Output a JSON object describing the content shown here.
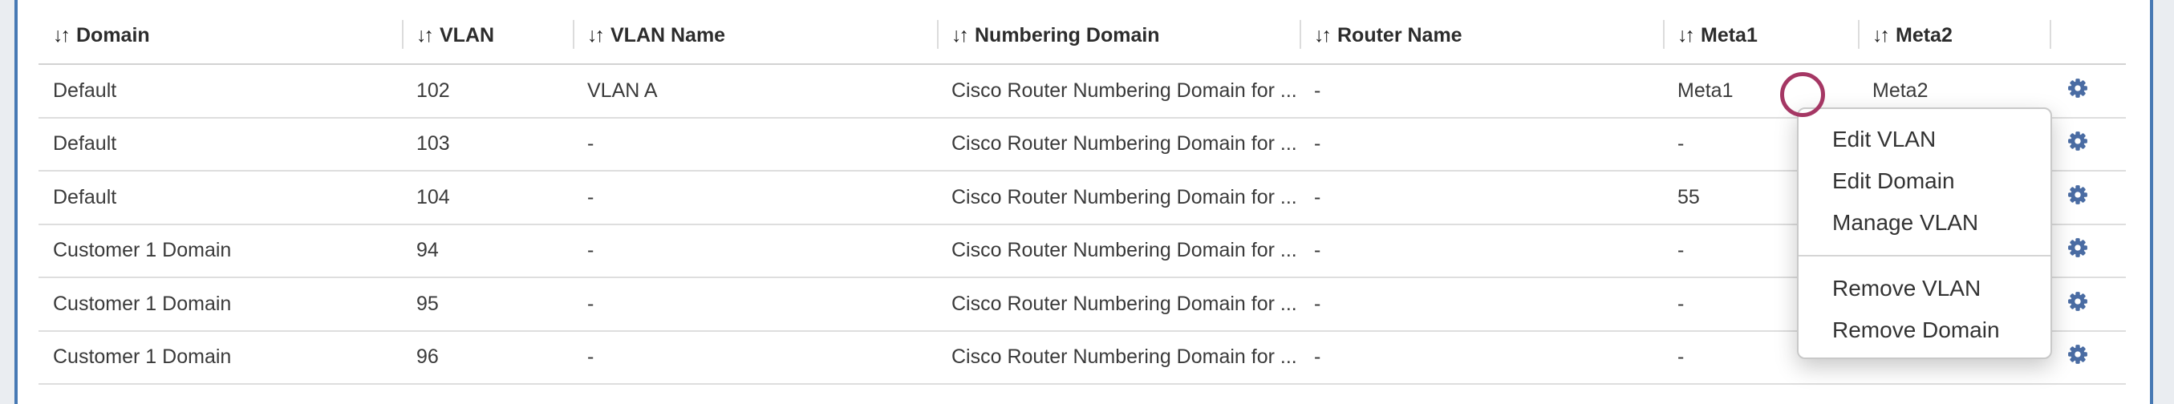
{
  "icons": {
    "sort": "↓↑",
    "gear": "gear"
  },
  "colors": {
    "panel_border_blue": "#4779b4",
    "gear_blue": "#4a6ca3",
    "annotation_circle": "#a53764",
    "page_background": "#eaedf1"
  },
  "table": {
    "columns": [
      {
        "label": "Domain"
      },
      {
        "label": "VLAN"
      },
      {
        "label": "VLAN Name"
      },
      {
        "label": "Numbering Domain"
      },
      {
        "label": "Router Name"
      },
      {
        "label": "Meta1"
      },
      {
        "label": "Meta2"
      }
    ],
    "rows": [
      {
        "domain": "Default",
        "vlan": "102",
        "vlan_name": "VLAN A",
        "numbering_domain": "Cisco Router Numbering Domain for ...",
        "router_name": "-",
        "meta1": "Meta1",
        "meta2": "Meta2"
      },
      {
        "domain": "Default",
        "vlan": "103",
        "vlan_name": "-",
        "numbering_domain": "Cisco Router Numbering Domain for ...",
        "router_name": "-",
        "meta1": "-",
        "meta2": "-"
      },
      {
        "domain": "Default",
        "vlan": "104",
        "vlan_name": "-",
        "numbering_domain": "Cisco Router Numbering Domain for ...",
        "router_name": "-",
        "meta1": "55",
        "meta2": "-"
      },
      {
        "domain": "Customer 1 Domain",
        "vlan": "94",
        "vlan_name": "-",
        "numbering_domain": "Cisco Router Numbering Domain for ...",
        "router_name": "-",
        "meta1": "-",
        "meta2": "-"
      },
      {
        "domain": "Customer 1 Domain",
        "vlan": "95",
        "vlan_name": "-",
        "numbering_domain": "Cisco Router Numbering Domain for ...",
        "router_name": "-",
        "meta1": "-",
        "meta2": "-"
      },
      {
        "domain": "Customer 1 Domain",
        "vlan": "96",
        "vlan_name": "-",
        "numbering_domain": "Cisco Router Numbering Domain for ...",
        "router_name": "-",
        "meta1": "-",
        "meta2": "-"
      }
    ]
  },
  "context_menu": {
    "items": [
      {
        "label": "Edit VLAN"
      },
      {
        "label": "Edit Domain"
      },
      {
        "label": "Manage VLAN"
      },
      {
        "label": "Remove VLAN"
      },
      {
        "label": "Remove Domain"
      }
    ]
  }
}
